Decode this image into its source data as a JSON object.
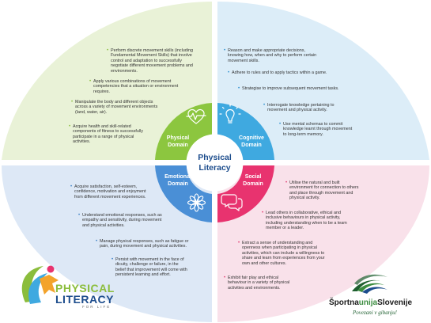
{
  "center": {
    "line1": "Physical",
    "line2": "Literacy"
  },
  "domains": {
    "physical": {
      "line1": "Physical",
      "line2": "Domain"
    },
    "cognitive": {
      "line1": "Cognitive",
      "line2": "Domain"
    },
    "emotional": {
      "line1": "Emotional",
      "line2": "Domain"
    },
    "social": {
      "line1": "Social",
      "line2": "Domain"
    }
  },
  "colors": {
    "physical_ring": "#8cc63f",
    "cognitive_ring": "#3fa9e0",
    "emotional_ring": "#4a8fd6",
    "social_ring": "#e8336f",
    "physical_bg": "#e9f2d7",
    "cognitive_bg": "#dcedf8",
    "emotional_bg": "#dde8f6",
    "social_bg": "#f9e1ea",
    "center_text": "#1c4c8c"
  },
  "icons": {
    "physical": "heart-pulse-icon",
    "cognitive": "lightbulb-icon",
    "emotional": "flower-icon",
    "social": "speech-bubbles-icon"
  },
  "bullets": {
    "physical": [
      [
        "Perform discrete movement skills (including",
        "Fundamental Movement Skills) that involve",
        "control and adaptation to successfully",
        "negotiate different movement problems and",
        "environments."
      ],
      [
        "Apply various combinations of movement",
        "competencies that a situation or environment",
        "requires."
      ],
      [
        "Manipulate the body and different objects",
        "across a variety of movement environments",
        "(land, water, air)."
      ],
      [
        "Acquire health and skill-related",
        "components of fitness to successfully",
        "participate in a range of physical",
        "activities."
      ]
    ],
    "cognitive": [
      [
        "Reason and make appropriate decisions,",
        "knowing how, when and why to perform certain",
        "movement skills."
      ],
      [
        "Adhere to rules and to apply tactics within a game."
      ],
      [
        "Strategise to improve subsequent movement tasks."
      ],
      [
        "Interrogate knowledge pertaining to",
        "movement and physical activity."
      ],
      [
        "Use mental schemas to commit",
        "knowledge learnt through movement",
        "to long-term memory."
      ]
    ],
    "emotional": [
      [
        "Acquire satisfaction, self-esteem,",
        "confidence, motivation and enjoyment",
        "from different movement experiences."
      ],
      [
        "Understand emotional responses, such as",
        "empathy and sensitivity, during movement",
        "and physical activities."
      ],
      [
        "Manage physical responses, such as fatigue or",
        "pain, during movement and physical activities."
      ],
      [
        "Persist with movement in the face of",
        "dicuity, challenge or failure, in the",
        "belief that improvement will come with",
        "persistent learning and effort."
      ]
    ],
    "social": [
      [
        "Utilise the natural and built",
        "environment for connection to others",
        "and place through movement and",
        "physical activity."
      ],
      [
        "Lead others in collaborative, ethical and",
        "inclusive behaviours in physical activity,",
        "including understanding when to be a team",
        "member or a leader."
      ],
      [
        "Extract a sense of understanding and",
        "openness when participating in physical",
        "activities, which can include a willingness to",
        "share and learn from experiences from your",
        "own and other cultures."
      ],
      [
        "Exhibit fair play and ethical",
        "behaviour in a variety of physical",
        "activities and environments."
      ]
    ]
  },
  "logo_left": {
    "word1": "PHYSICAL",
    "word2": "LITERACY",
    "tagline": "FOR LIFE"
  },
  "logo_right": {
    "part1": "Športna",
    "part2": "unija",
    "part3": "Slovenije",
    "slogan": "Povezani v gibanju!"
  }
}
